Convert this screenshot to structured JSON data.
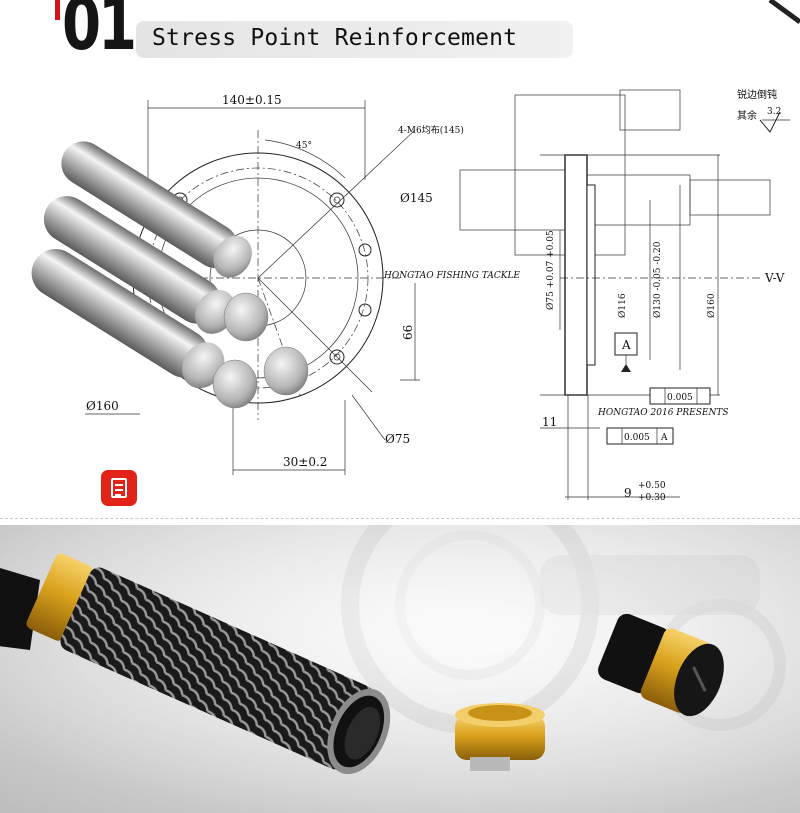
{
  "header": {
    "section_number": "01",
    "title": "Stress Point Reinforcement"
  },
  "drawing": {
    "dim_width": "140±0.15",
    "angle": "45°",
    "hole_note": "4-M6均布(145)",
    "dia_145": "Ø145",
    "dia_160_left": "Ø160",
    "dia_75_bottom": "Ø75",
    "dim_66": "66",
    "dim_30": "30±0.2",
    "watermark_left": "HONGTAO FISHING TACKLE",
    "watermark_right": "HONGTAO 2016 PRESENTS",
    "section_label": "V-V",
    "dia_75_tol": "Ø75 +0.07 +0.05",
    "dia_116": "Ø116",
    "dia_130_tol": "Ø130 -0.05 -0.20",
    "dia_160_right": "Ø160",
    "datum_a": "A",
    "tol_perp_1": "0.005",
    "tol_perp_2": "0.005",
    "tol_ref": "A",
    "dim_11": "11",
    "dim_9": "9",
    "dim_9_tol_upper": "+0.50",
    "dim_9_tol_lower": "+0.30",
    "note_cn_1": "锐边倒钝",
    "note_cn_2": "其余",
    "roughness": "3.2"
  },
  "colors": {
    "accent_red": "#e2231a",
    "gold": "#d9a21c",
    "carbon": "#1b1b1b"
  },
  "icons": {
    "doc": "document-icon"
  }
}
